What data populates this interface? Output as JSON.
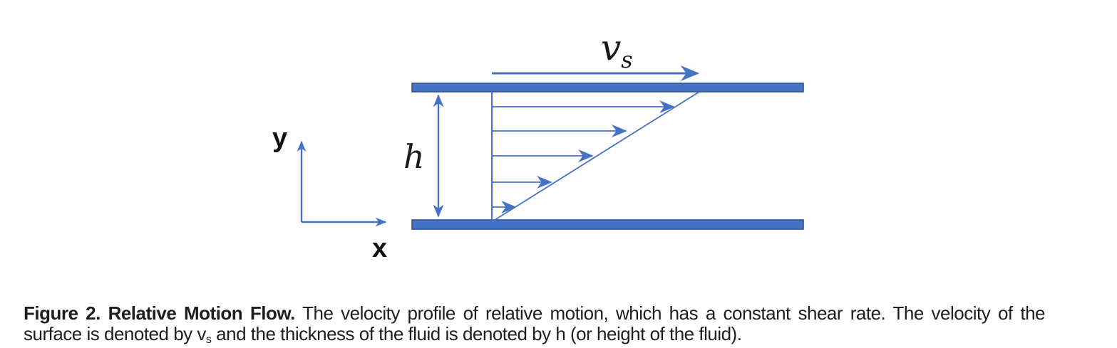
{
  "colors": {
    "accent": "#4472C4",
    "plateBorder": "#2E5395",
    "ink": "#1f1f1f"
  },
  "diagram": {
    "type": "shear-flow-velocity-profile",
    "velocity_label": {
      "main": "v",
      "sub": "s"
    },
    "height_label": "h",
    "y_axis_label": "y",
    "x_axis_label": "x"
  },
  "caption": {
    "heading": "Figure 2. Relative Motion Flow.",
    "line1_rest": " The velocity profile of relative motion, which has a constant shear rate. The velocity of the",
    "line2_pre": "surface is denoted by v",
    "line2_sub": "s",
    "line2_post": " and the thickness of the fluid is denoted by h (or height of the fluid)."
  }
}
